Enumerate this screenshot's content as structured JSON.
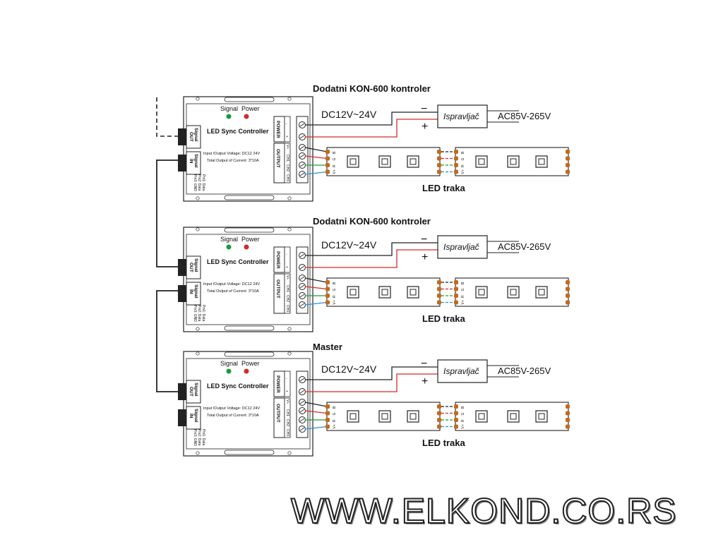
{
  "diagram": {
    "units": [
      {
        "title": "Dodatni KON-600 kontroler",
        "controller": {
          "signal_label": "Signal",
          "power_label": "Power",
          "name": "LED Sync Controller",
          "signal_out": [
            "Signal",
            "OUT"
          ],
          "signal_in": [
            "Signal",
            "IN"
          ],
          "spec_voltage": "Input /Output Voltage: DC12  24V",
          "spec_current": "Total Output of Current: 3*10A",
          "side_notes": [
            "Pin1: Data",
            "Pin2: Data",
            "Pin3: GND"
          ],
          "power_block": "POWER",
          "output_block": "OUTPUT",
          "output_pins": [
            "V+",
            "CH1",
            "CH2",
            "CH3"
          ],
          "power_pins": [
            "-",
            "+"
          ]
        },
        "dc_label": "DC12V~24V",
        "minus": "−",
        "plus": "+",
        "rectifier": "Ispravljač",
        "ac_label": "AC85V-265V",
        "strip_pins": [
          "V+",
          "R",
          "G",
          "B"
        ],
        "strip_label": "LED traka"
      },
      {
        "title": "Dodatni KON-600 kontroler",
        "controller": {
          "signal_label": "Signal",
          "power_label": "Power",
          "name": "LED Sync Controller",
          "signal_out": [
            "Signal",
            "OUT"
          ],
          "signal_in": [
            "Signal",
            "IN"
          ],
          "spec_voltage": "Input /Output Voltage: DC12  24V",
          "spec_current": "Total Output of Current: 3*10A",
          "side_notes": [
            "Pin1: Data",
            "Pin2: Data",
            "Pin3: GND"
          ],
          "power_block": "POWER",
          "output_block": "OUTPUT",
          "output_pins": [
            "V+",
            "CH1",
            "CH2",
            "CH3"
          ],
          "power_pins": [
            "-",
            "+"
          ]
        },
        "dc_label": "DC12V~24V",
        "minus": "−",
        "plus": "+",
        "rectifier": "Ispravljač",
        "ac_label": "AC85V-265V",
        "strip_pins": [
          "V+",
          "R",
          "G",
          "B"
        ],
        "strip_label": "LED traka"
      },
      {
        "title": "Master",
        "controller": {
          "signal_label": "Signal",
          "power_label": "Power",
          "name": "LED Sync Controller",
          "signal_out": [
            "Signal",
            "OUT"
          ],
          "signal_in": [
            "Signal",
            "IN"
          ],
          "spec_voltage": "Input /Output Voltage: DC12  24V",
          "spec_current": "Total Output of Current: 3*10A",
          "side_notes": [
            "Pin1: Data",
            "Pin2: Data",
            "Pin3: GND"
          ],
          "power_block": "POWER",
          "output_block": "OUTPUT",
          "output_pins": [
            "V+",
            "CH1",
            "CH2",
            "CH3"
          ],
          "power_pins": [
            "-",
            "+"
          ]
        },
        "dc_label": "DC12V~24V",
        "minus": "−",
        "plus": "+",
        "rectifier": "Ispravljač",
        "ac_label": "AC85V-265V",
        "strip_pins": [
          "V+",
          "R",
          "G",
          "B"
        ],
        "strip_label": "LED traka"
      }
    ],
    "colors": {
      "wire_dark": "#222222",
      "wire_red": "#d62a2a",
      "wire_green": "#1f9a3a",
      "wire_blue": "#2a8fd6",
      "led_green": "#1a9a3a",
      "led_red": "#d22a2a",
      "pad": "#c26a1e",
      "outline": "#222222"
    }
  },
  "watermark": "WWW.ELKOND.CO.RS"
}
